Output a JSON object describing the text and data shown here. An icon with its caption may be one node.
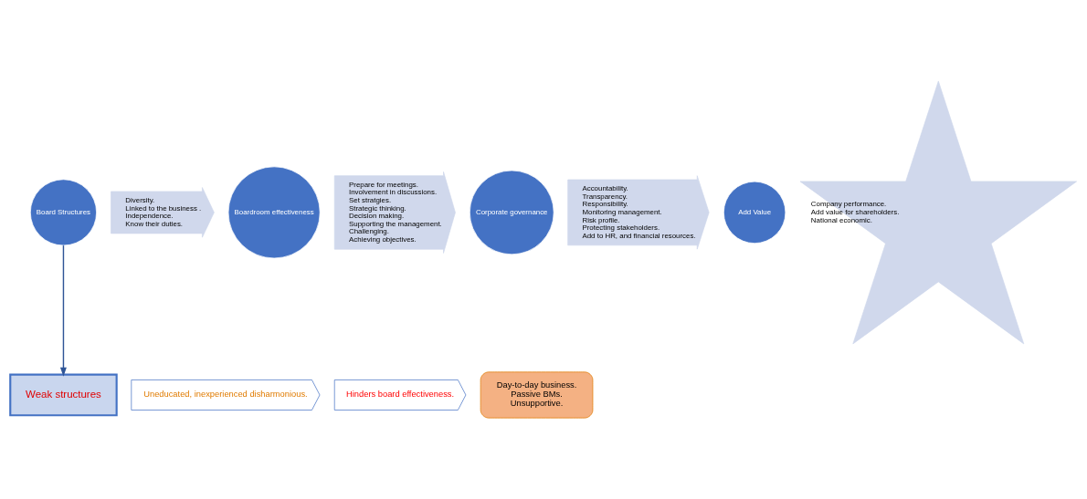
{
  "diagram": {
    "nodes": [
      {
        "text": [
          "Board Structures"
        ]
      },
      {
        "text": [
          "Diversity.",
          "Linked to the business .",
          "Independence.",
          "Know their duties."
        ]
      },
      {
        "text": [
          "Boardroom effectiveness"
        ]
      },
      {
        "text": [
          "Prepare for meetings.",
          "Involvement in discussions.",
          "Set stratgies.",
          "Strategic thinking.",
          "Decision making.",
          "Supporting the management.",
          "Challenging.",
          "Achieving objectives."
        ]
      },
      {
        "text": [
          "Corporate governance"
        ]
      },
      {
        "text": [
          "Accountability.",
          "Transparency.",
          "Responsibility.",
          "Monitoring management.",
          "Risk profile.",
          "Protecting stakeholders.",
          "Add to HR, and financial resources."
        ]
      },
      {
        "text": [
          "Add Value"
        ]
      },
      {
        "text": [
          "Company performance.",
          "Add value for shareholders.",
          "National economic."
        ]
      },
      {
        "text": [
          "Weak structures"
        ]
      },
      {
        "text": [
          "Uneducated, inexperienced disharmonious."
        ]
      },
      {
        "text": [
          "Hinders board effectiveness."
        ]
      },
      {
        "text": [
          "Day-to-day business.",
          "Passive BMs.",
          "Unsupportive."
        ]
      }
    ],
    "edges": [
      {
        "from": 0,
        "to": 8,
        "arrow": "to"
      }
    ]
  }
}
